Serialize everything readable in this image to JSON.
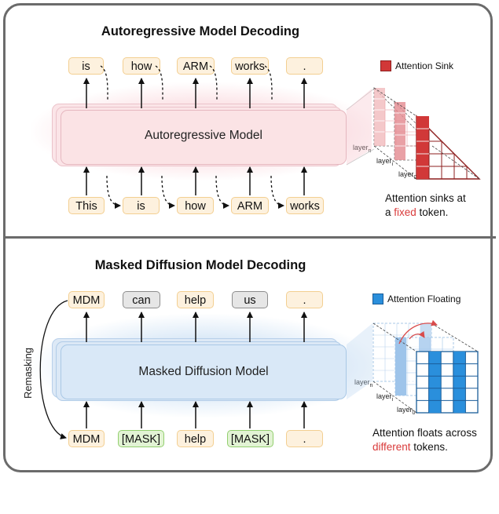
{
  "ar": {
    "title": "Autoregressive Model Decoding",
    "model_label": "Autoregressive Model",
    "output_tokens": [
      "is",
      "how",
      "ARM",
      "works",
      "."
    ],
    "input_tokens": [
      "This",
      "is",
      "how",
      "ARM",
      "works"
    ],
    "legend": "Attention Sink",
    "caption_line1": "Attention sinks at",
    "caption_pre": "a ",
    "caption_highlight": "fixed",
    "caption_post": " token.",
    "layer_labels": {
      "n": "layer",
      "n_sub": "n",
      "i": "layer",
      "i_sub": "i",
      "0": "layer",
      "0_sub": "0"
    },
    "colors": {
      "accent": "#cf2f2f",
      "box_fill": "#fbe3e5",
      "box_border": "#e6b8c0"
    }
  },
  "mdm": {
    "title": "Masked Diffusion Model Decoding",
    "model_label": "Masked Diffusion Model",
    "output_tokens": [
      "MDM",
      "can",
      "help",
      "us",
      "."
    ],
    "input_tokens": [
      "MDM",
      "[MASK]",
      "help",
      "[MASK]",
      "."
    ],
    "remasking_label": "Remasking",
    "legend": "Attention Floating",
    "caption_line1": "Attention floats across",
    "caption_highlight": "different",
    "caption_post": " tokens.",
    "layer_labels": {
      "n": "layer",
      "n_sub": "n",
      "i": "layer",
      "i_sub": "i",
      "0": "layer",
      "0_sub": "0"
    },
    "colors": {
      "accent": "#1e88d8",
      "box_fill": "#dbe9f7",
      "box_border": "#a9c8e6"
    }
  }
}
